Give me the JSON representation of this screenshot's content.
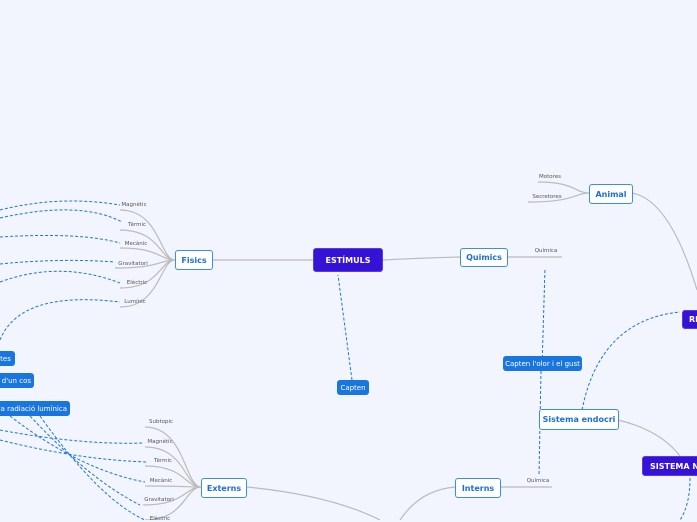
{
  "central": "ESTÍMULS",
  "fisics": {
    "label": "Fisics",
    "children": [
      "Magnètic",
      "Tèrmic",
      "Mecànic",
      "Gravitatori",
      "Elèctric",
      "Lumínic"
    ]
  },
  "quimics": {
    "label": "Quimics",
    "children": [
      "Química"
    ]
  },
  "animal": {
    "label": "Animal",
    "children": [
      "Motores",
      "Secretores"
    ]
  },
  "externs": {
    "label": "Externs",
    "children": [
      "Subtopic",
      "Magnètic",
      "Tèrmic",
      "Mecànic",
      "Gravitatori",
      "Elèctric"
    ]
  },
  "interns": {
    "label": "Interns",
    "children": [
      "Química"
    ]
  },
  "re": "RE",
  "sistema_endocri": "Sistema endocri",
  "sistema_ne": "SISTEMA NE",
  "capten": "Capten",
  "capten_olor": "Capten l'olor i el gust",
  "left_nodes": [
    "tes",
    "d'un cos",
    "la radiació lumínica"
  ],
  "colors": {
    "central": "#3512d6",
    "accent": "#1976e0",
    "background": "#f2f5fd"
  }
}
